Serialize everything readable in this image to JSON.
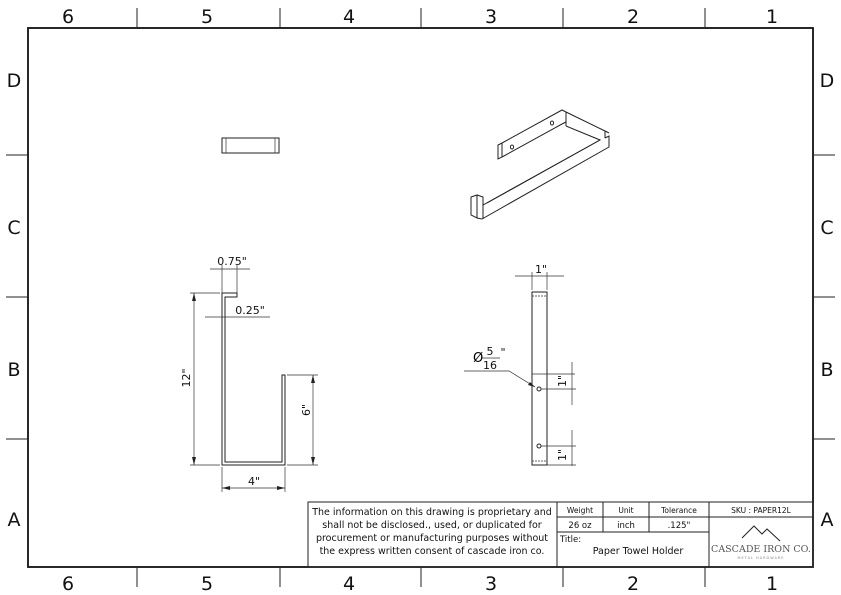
{
  "sheet": {
    "columns_top": [
      "6",
      "5",
      "4",
      "3",
      "2",
      "1"
    ],
    "columns_bottom": [
      "6",
      "5",
      "4",
      "3",
      "2",
      "1"
    ],
    "rows_left": [
      "D",
      "C",
      "B",
      "A"
    ],
    "rows_right": [
      "D",
      "C",
      "B",
      "A"
    ]
  },
  "side_view": {
    "dim_hook_width": "0.75\"",
    "dim_thickness": "0.25\"",
    "dim_height": "12\"",
    "dim_arm_height": "6\"",
    "dim_depth": "4\""
  },
  "front_view": {
    "dim_width": "1\"",
    "hole_symbol": "Ø",
    "hole_numerator": "5",
    "hole_denominator": "16",
    "hole_unit": "\"",
    "dim_hole_offset_top": "1\"",
    "dim_hole_offset_bottom": "1\""
  },
  "title_block": {
    "notice_lines": [
      "The information on this drawing is proprietary and",
      "shall not be disclosed., used, or duplicated for",
      "procurement or manufacturing purposes without",
      "the express written consent of cascade iron co."
    ],
    "weight_label": "Weight",
    "weight_value": "26 oz",
    "unit_label": "Unit",
    "unit_value": "inch",
    "tolerance_label": "Tolerance",
    "tolerance_value": ".125\"",
    "sku": "SKU : PAPER12L",
    "title_label": "Title:",
    "title_value": "Paper Towel Holder",
    "logo_name": "CASCADE IRON CO.",
    "logo_tagline": "METAL HARDWARE"
  }
}
